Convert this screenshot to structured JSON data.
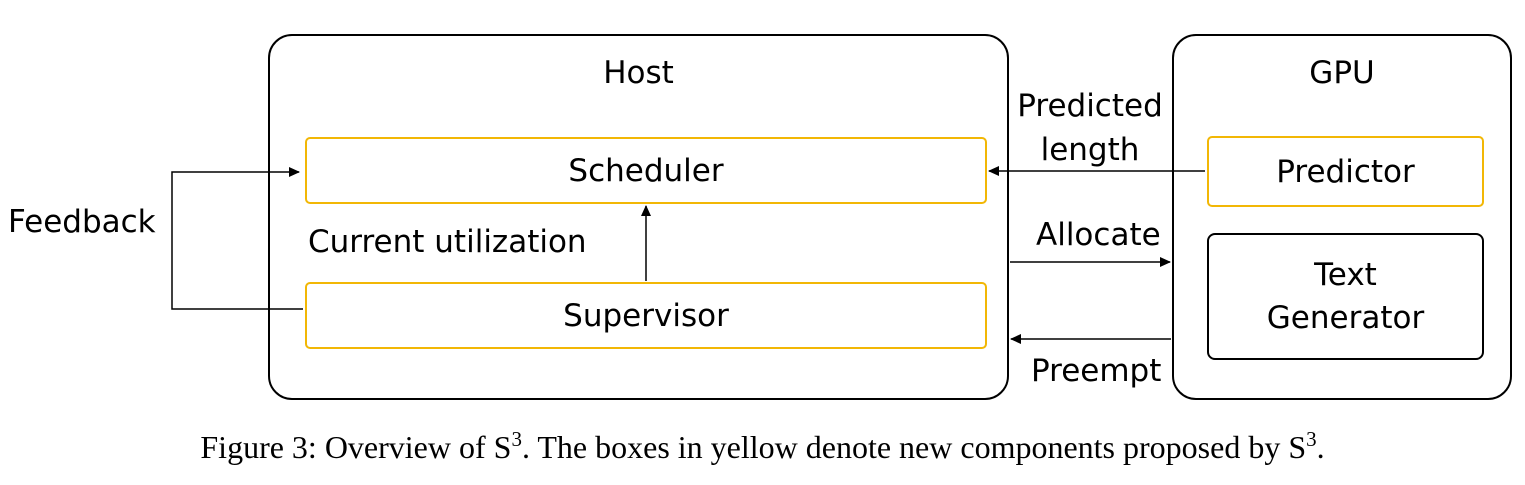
{
  "colors": {
    "stroke": "#000000",
    "new_component": "#f2b705",
    "background": "#ffffff"
  },
  "host": {
    "title": "Host",
    "scheduler": "Scheduler",
    "supervisor": "Supervisor",
    "utilization_label": "Current utilization"
  },
  "gpu": {
    "title": "GPU",
    "predictor": "Predictor",
    "text_generator": "Text Generator"
  },
  "edges": {
    "feedback": "Feedback",
    "predicted_length": "Predicted length",
    "allocate": "Allocate",
    "preempt": "Preempt"
  },
  "caption": {
    "prefix": "Figure 3: Overview of S",
    "sup1": "3",
    "middle": ". The boxes in yellow denote new components proposed by S",
    "sup2": "3",
    "suffix": "."
  }
}
